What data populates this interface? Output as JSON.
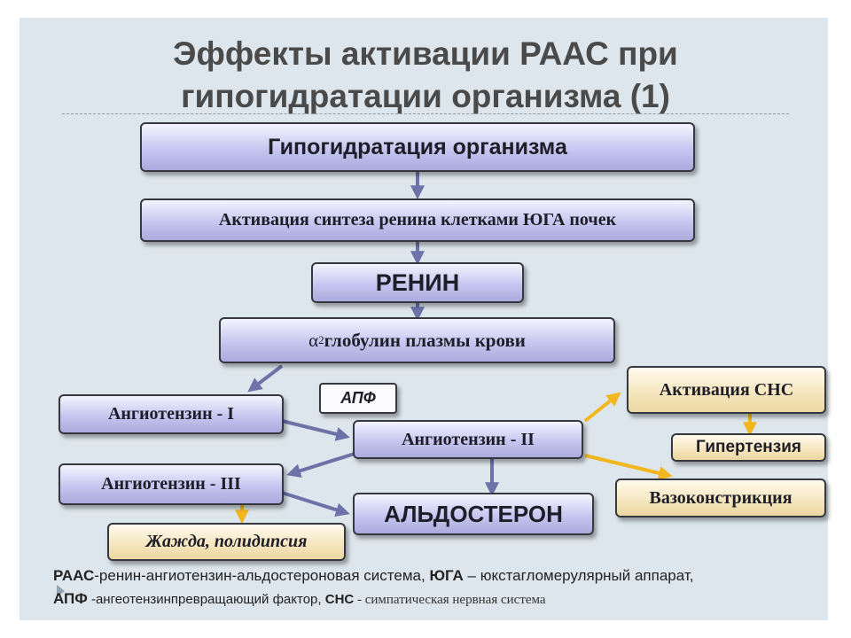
{
  "title": {
    "line1": "Эффекты активации  РААС  при",
    "line2": "гипогидратации организма (1)"
  },
  "boxes": {
    "hypohydration": "Гипогидратация организма",
    "renin_synthesis": "Активация синтеза ренина клетками  ЮГА почек",
    "renin": "РЕНИН",
    "alpha_globulin_symbol": "α",
    "alpha_globulin_sub": "2",
    "alpha_globulin_text": " глобулин плазмы крови",
    "angiotensin1": "Ангиотензин - I",
    "apf": "АПФ",
    "angiotensin2": "Ангиотензин - II",
    "angiotensin3": "Ангиотензин - III",
    "aldosterone": "АЛЬДОСТЕРОН",
    "sns_activation": "Активация СНС",
    "hypertension": "Гипертензия",
    "vasoconstriction": "Вазоконстрикция",
    "thirst": "Жажда, полидипсия"
  },
  "legend": {
    "raas_abbr": "РААС",
    "raas_text": "-ренин-ангиотензин-альдостероновая система, ",
    "yuga_abbr": "ЮГА",
    "yuga_text": " – юкстагломерулярный аппарат,",
    "apf_abbr": "АПФ",
    "apf_text": " -ангеотензинпревращающий фактор, ",
    "sns_abbr": "СНС",
    "sns_text": "  - симпатическая нервная система"
  },
  "colors": {
    "slide_bg": "#dde6ec",
    "blue_arrow": "#6d73a8",
    "yellow_arrow": "#f2b71e",
    "blue_box": "#c6c6f0",
    "tan_box": "#f5e5bc"
  }
}
